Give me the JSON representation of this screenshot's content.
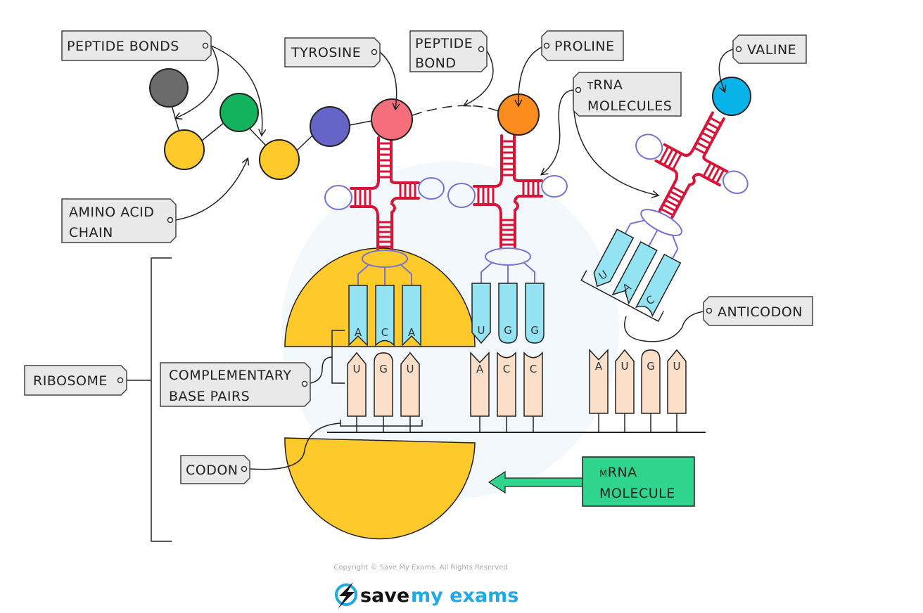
{
  "labels": {
    "peptide_bonds": "PEPTIDE  BONDS",
    "tyrosine": "TYROSINE",
    "peptide_bond_1": "PEPTIDE",
    "peptide_bond_2": "BOND",
    "proline": "PROLINE",
    "trna_1": "tRNA",
    "trna_2": "MOLECULES",
    "valine": "VALINE",
    "amino_acid_chain_1": "AMINO  ACID",
    "amino_acid_chain_2": "CHAIN",
    "ribosome": "RIBOSOME",
    "complementary_1": "COMPLEMENTARY",
    "complementary_2": "BASE   PAIRS",
    "codon": "CODON",
    "anticodon": "ANTICODON",
    "mrna_1": "mRNA",
    "mrna_2": "MOLECULE"
  },
  "amino_acids": [
    {
      "name": "gray",
      "color": "#6b6b6b"
    },
    {
      "name": "green",
      "color": "#12b35c"
    },
    {
      "name": "yellow",
      "color": "#fdc92b"
    },
    {
      "name": "yellow",
      "color": "#fdc92b"
    },
    {
      "name": "purple",
      "color": "#6565c8"
    },
    {
      "name": "tyrosine",
      "color": "#f46f7b"
    },
    {
      "name": "proline",
      "color": "#fb8c1d"
    },
    {
      "name": "valine",
      "color": "#07b3e9"
    }
  ],
  "trnas": [
    {
      "anticodon": [
        "A",
        "C",
        "A"
      ]
    },
    {
      "anticodon": [
        "U",
        "G",
        "G"
      ]
    },
    {
      "anticodon": [
        "U",
        "A",
        "C"
      ]
    }
  ],
  "codons": [
    [
      "U",
      "G",
      "U"
    ],
    [
      "A",
      "C",
      "C"
    ],
    [
      "A",
      "U",
      "G",
      "U"
    ]
  ],
  "colors": {
    "ribosome": "#fdc92b",
    "anticodon_base": "#93e3f3",
    "codon_base": "#fbdfc8",
    "trna_stem": "#d81538",
    "trna_loop": "#7573d6",
    "mrna_label": "#2fd58c"
  },
  "footer": {
    "copyright": "Copyright © Save My Exams. All Rights Reserved",
    "logo_a": "save",
    "logo_b": "my exams"
  }
}
